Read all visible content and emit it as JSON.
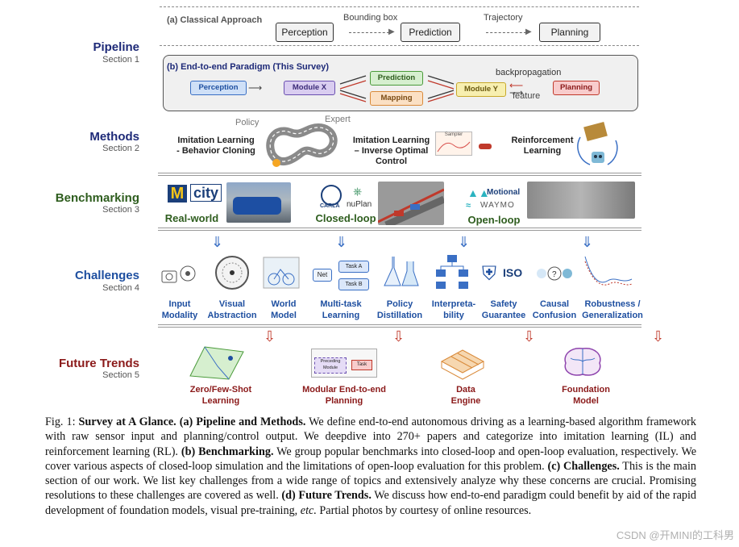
{
  "sections": {
    "pipeline": {
      "title": "Pipeline",
      "sub": "Section 1"
    },
    "methods": {
      "title": "Methods",
      "sub": "Section 2"
    },
    "benchmarking": {
      "title": "Benchmarking",
      "sub": "Section 3"
    },
    "challenges": {
      "title": "Challenges",
      "sub": "Section 4"
    },
    "future": {
      "title": "Future Trends",
      "sub": "Section 5"
    }
  },
  "colors": {
    "pipeline": "#1e2a78",
    "methods": "#1e2a78",
    "benchmarking": "#2e5d1e",
    "challenges": "#1e4fa0",
    "future": "#8b1a1a"
  },
  "pipeline": {
    "classical_label": "(a) Classical Approach",
    "perception": "Perception",
    "bbox": "Bounding box",
    "prediction": "Prediction",
    "trajectory": "Trajectory",
    "planning": "Planning",
    "e2e_label": "(b) End-to-end Paradigm (This Survey)",
    "e2e_perception": "Perception",
    "module_x": "Module X",
    "e2e_prediction": "Prediction",
    "mapping": "Mapping",
    "module_y": "Module Y",
    "e2e_planning": "Planning",
    "backprop": "backpropagation",
    "feature": "feature"
  },
  "methods": {
    "il_1": "Imitation Learning",
    "il_2": "- Behavior Cloning",
    "policy": "Policy",
    "expert": "Expert",
    "ioc_1": "Imitation Learning",
    "ioc_2": "– Inverse Optimal",
    "ioc_3": "Control",
    "sampler": "Sampler",
    "rl_1": "Reinforcement",
    "rl_2": "Learning"
  },
  "benchmarking": {
    "m_city": "city",
    "realworld": "Real-world",
    "carla": "CARLA",
    "nuplan": "nuPlan",
    "closedloop": "Closed-loop",
    "motional": "Motional",
    "waymo": "WAYMO",
    "openloop": "Open-loop"
  },
  "challenges": [
    {
      "l1": "Input",
      "l2": "Modality"
    },
    {
      "l1": "Visual",
      "l2": "Abstraction"
    },
    {
      "l1": "World",
      "l2": "Model"
    },
    {
      "l1": "Multi-task",
      "l2": "Learning"
    },
    {
      "l1": "Policy",
      "l2": "Distillation"
    },
    {
      "l1": "Interpreta-",
      "l2": "bility"
    },
    {
      "l1": "Safety",
      "l2": "Guarantee"
    },
    {
      "l1": "Causal",
      "l2": "Confusion"
    },
    {
      "l1": "Robustness /",
      "l2": "Generalization"
    }
  ],
  "challenge_icons": {
    "net": "Net",
    "task_a": "Task A",
    "task_b": "Task B",
    "iso": "ISO"
  },
  "future": [
    {
      "l1": "Zero/Few-Shot",
      "l2": "Learning"
    },
    {
      "l1": "Modular End-to-end",
      "l2": "Planning"
    },
    {
      "l1": "Data",
      "l2": "Engine"
    },
    {
      "l1": "Foundation",
      "l2": "Model"
    }
  ],
  "future_icons": {
    "preceding": "Preceding",
    "module": "Module",
    "task": "Task"
  },
  "caption": {
    "fig": "Fig. 1: ",
    "t0": "Survey at A Glance.",
    "t1": "(a) Pipeline and Methods.",
    "p1": " We define end-to-end autonomous driving as a learning-based algorithm framework with raw sensor input and planning/control output. We deepdive into 270+ papers and categorize into imitation learning (IL) and reinforcement learning (RL). ",
    "t2": "(b) Benchmarking.",
    "p2": " We group popular benchmarks into closed-loop and open-loop evaluation, respectively. We cover various aspects of closed-loop simulation and the limitations of open-loop evaluation for this problem. ",
    "t3": "(c) Challenges.",
    "p3": " This is the main section of our work. We list key challenges from a wide range of topics and extensively analyze why these concerns are crucial. Promising resolutions to these challenges are covered as well. ",
    "t4": "(d) Future Trends.",
    "p4": " We discuss how end-to-end paradigm could benefit by aid of the rapid development of foundation models, visual pre-training, ",
    "etc": "etc.",
    "p5": " Partial photos by courtesy of online resources."
  },
  "watermark": "CSDN @开MINI的工科男"
}
